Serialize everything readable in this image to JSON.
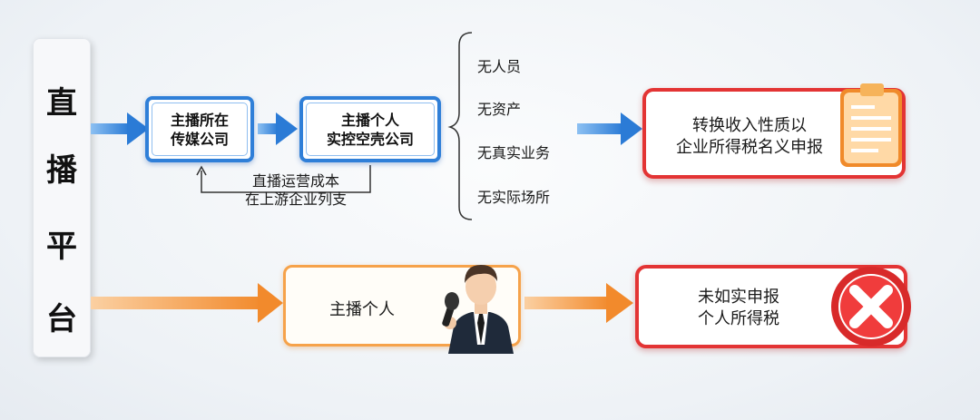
{
  "platform": {
    "chars": [
      "直",
      "播",
      "平",
      "台"
    ]
  },
  "flow_top": {
    "box1_line1": "主播所在",
    "box1_line2": "传媒公司",
    "box2_line1": "主播个人",
    "box2_line2": "实控空壳公司",
    "cost_line1": "直播运营成本",
    "cost_line2": "在上游企业列支",
    "brace_items": [
      "无人员",
      "无资产",
      "无真实业务",
      "无实际场所"
    ],
    "result_line1": "转换收入性质以",
    "result_line2": "企业所得税名义申报",
    "result_icon": "clipboard-icon"
  },
  "flow_bottom": {
    "person_label": "主播个人",
    "person_icon": "anchor-with-microphone-icon",
    "result_line1": "未如实申报",
    "result_line2": "个人所得税",
    "result_icon": "red-x-icon"
  },
  "colors": {
    "blue": "#2f7fd8",
    "red": "#e33434",
    "orange": "#f6a24a"
  }
}
